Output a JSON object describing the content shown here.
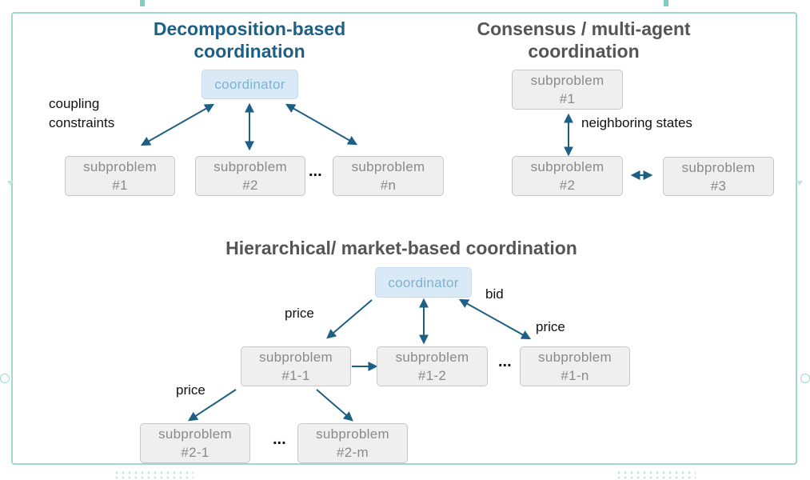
{
  "panels": {
    "decomposition": {
      "title_line1": "Decomposition-based",
      "title_line2": "coordination",
      "coordinator": "coordinator",
      "coupling_line1": "coupling",
      "coupling_line2": "constraints",
      "sub1_line1": "subproblem",
      "sub1_line2": "#1",
      "sub2_line1": "subproblem",
      "sub2_line2": "#2",
      "subn_line1": "subproblem",
      "subn_line2": "#n",
      "ellipsis": "..."
    },
    "consensus": {
      "title_line1": "Consensus / multi-agent",
      "title_line2": "coordination",
      "sub1_line1": "subproblem",
      "sub1_line2": "#1",
      "sub2_line1": "subproblem",
      "sub2_line2": "#2",
      "sub3_line1": "subproblem",
      "sub3_line2": "#3",
      "neighbor_label": "neighboring states"
    },
    "hierarchical": {
      "title": "Hierarchical/ market-based coordination",
      "coordinator": "coordinator",
      "price_left": "price",
      "bid": "bid",
      "price_right": "price",
      "price_lower": "price",
      "sub11_line1": "subproblem",
      "sub11_line2": "#1-1",
      "sub12_line1": "subproblem",
      "sub12_line2": "#1-2",
      "sub1n_line1": "subproblem",
      "sub1n_line2": "#1-n",
      "sub21_line1": "subproblem",
      "sub21_line2": "#2-1",
      "sub2m_line1": "subproblem",
      "sub2m_line2": "#2-m",
      "ellipsis_top": "...",
      "ellipsis_bottom": "..."
    }
  },
  "colors": {
    "arrow": "#1e5f86",
    "title_blue": "#1e5f86",
    "title_gray": "#555555",
    "frame": "#9fd8cc"
  }
}
